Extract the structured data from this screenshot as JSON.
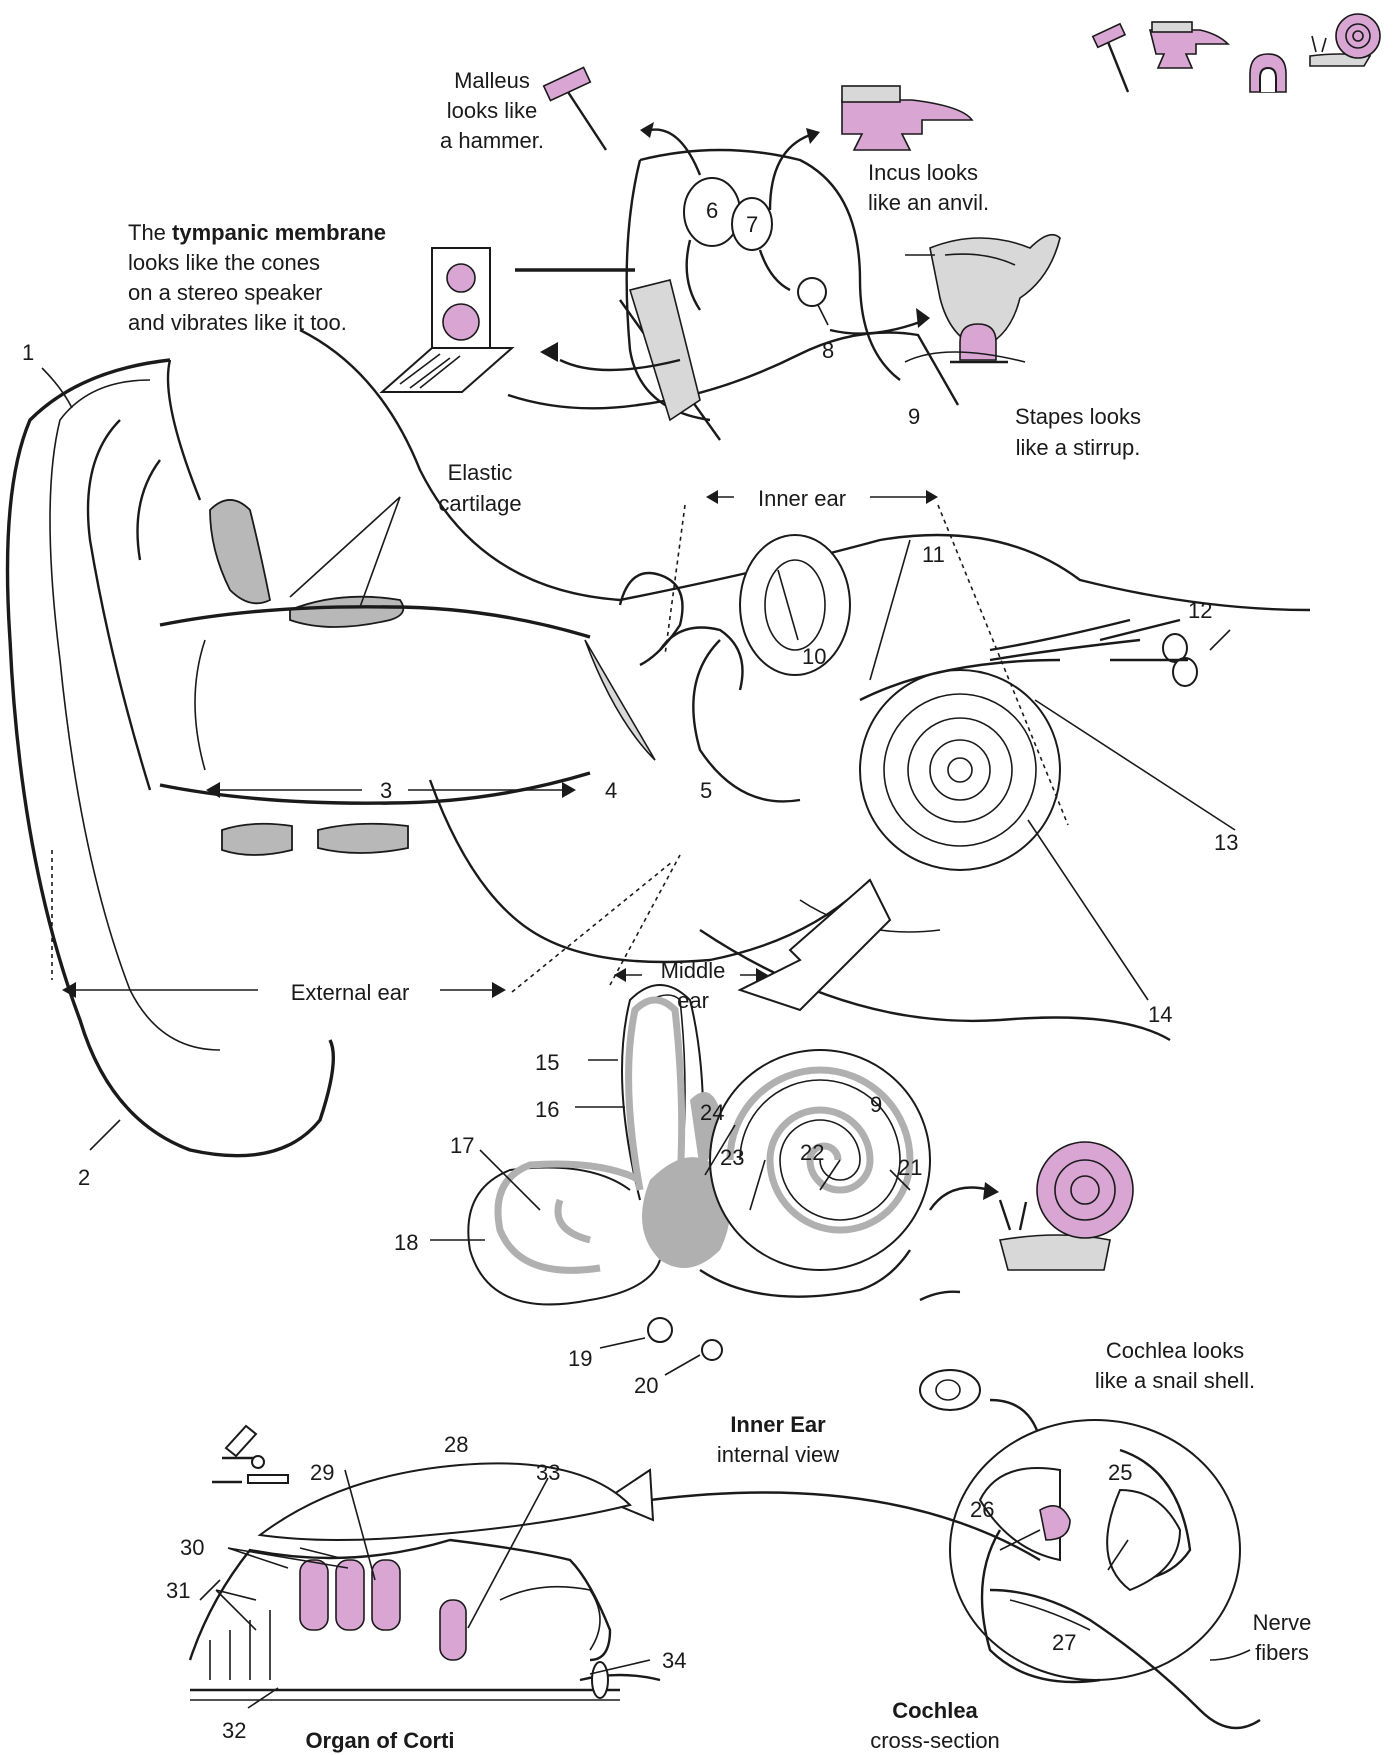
{
  "numbered_labels": [
    "1",
    "2",
    "3",
    "4",
    "5",
    "6",
    "7",
    "8",
    "9",
    "9",
    "10",
    "11",
    "12",
    "13",
    "14",
    "15",
    "16",
    "17",
    "18",
    "19",
    "20",
    "21",
    "22",
    "23",
    "24",
    "25",
    "26",
    "27",
    "28",
    "29",
    "30",
    "31",
    "32",
    "33",
    "34"
  ],
  "callouts": {
    "malleus": [
      "Malleus",
      "looks like",
      "a hammer."
    ],
    "incus": [
      "Incus looks",
      "like an anvil."
    ],
    "tympanic_pre": "The ",
    "tympanic_bold": "tympanic membrane",
    "tympanic_rest": [
      "looks like the cones",
      "on a stereo speaker",
      "and vibrates like it too."
    ],
    "stapes": [
      "Stapes looks",
      "like a stirrup."
    ],
    "elastic": [
      "Elastic",
      "cartilage"
    ],
    "cochlea_snail": [
      "Cochlea looks",
      "like a snail shell."
    ]
  },
  "regions": {
    "inner_ear": "Inner ear",
    "middle_ear": [
      "Middle",
      "ear"
    ],
    "external_ear": "External ear"
  },
  "captions": {
    "inner_ear_title": "Inner Ear",
    "inner_ear_sub": "internal view",
    "cochlea_title": "Cochlea",
    "cochlea_sub": "cross-section",
    "corti_title": "Organ of Corti",
    "nerve": [
      "Nerve",
      "fibers"
    ]
  },
  "colors": {
    "accent_pink": "#d9a6d4",
    "cartilage_gray": "#b8b8b8",
    "line": "#1a1a1a"
  },
  "icons": [
    "hammer-icon",
    "anvil-icon",
    "stirrup-icon",
    "snail-icon",
    "speaker-icon",
    "microscope-icon"
  ]
}
